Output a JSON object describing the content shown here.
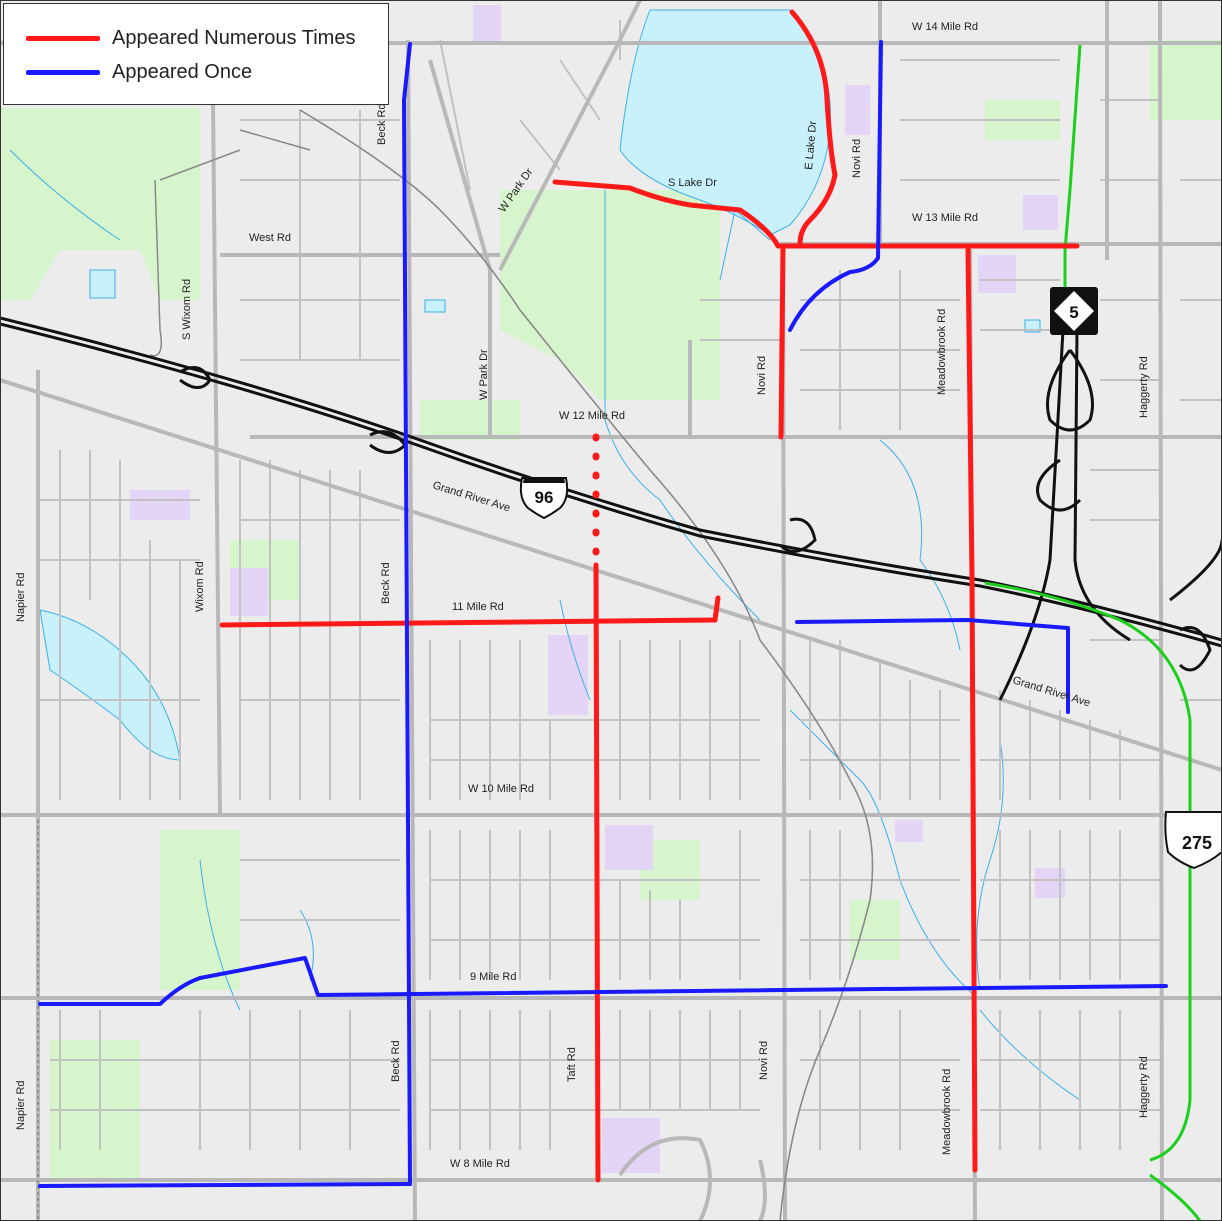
{
  "legend": {
    "numerous": {
      "label": "Appeared Numerous Times",
      "color": "#ff1a1a"
    },
    "once": {
      "label": "Appeared Once",
      "color": "#1a1aff"
    }
  },
  "road_labels": {
    "w14": "W 14 Mile Rd",
    "w13": "W 13 Mile Rd",
    "w12": "W 12 Mile Rd",
    "mile11": "11 Mile Rd",
    "w10": "W 10 Mile Rd",
    "mile9": "9 Mile Rd",
    "w8": "W 8 Mile Rd",
    "west": "West Rd",
    "s_lake": "S Lake Dr",
    "e_lake": "E Lake Dr",
    "w_park_top": "W Park Dr",
    "w_park": "W Park Dr",
    "beck_top": "Beck Rd",
    "beck_mid": "Beck Rd",
    "beck_bottom": "Beck Rd",
    "novi_top": "Novi Rd",
    "novi_mid": "Novi Rd",
    "novi_bottom": "Novi Rd",
    "meadowbrook_top": "Meadowbrook Rd",
    "meadowbrook_bottom": "Meadowbrook Rd",
    "haggerty_top": "Haggerty Rd",
    "haggerty_bottom": "Haggerty Rd",
    "wixom": "Wixom Rd",
    "s_wixom": "S Wixom Rd",
    "napier_top": "Napier Rd",
    "napier_bottom": "Napier Rd",
    "taft": "Taft Rd",
    "grand_river_1": "Grand River Ave",
    "grand_river_2": "Grand River Ave"
  },
  "shields": {
    "i96": "96",
    "i275": "275",
    "m5": "5"
  },
  "colors": {
    "background": "#ececec",
    "road": "#b8b8b8",
    "water": "#c9f1fb",
    "park": "#d7f5cd",
    "institution": "#e4d4f5",
    "freeway": "#111111",
    "freeway_green": "#1ccf1c"
  }
}
